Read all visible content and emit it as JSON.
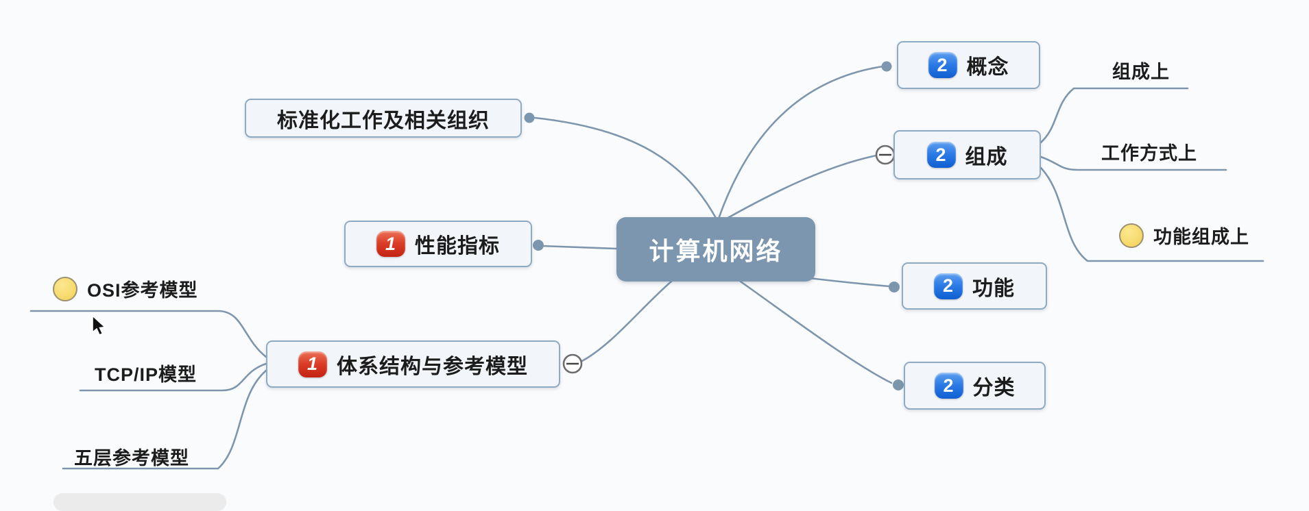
{
  "mindmap": {
    "root": {
      "label": "计算机网络"
    },
    "left": [
      {
        "label": "标准化工作及相关组织"
      },
      {
        "label": "性能指标",
        "badge": "1"
      },
      {
        "label": "体系结构与参考模型",
        "badge": "1",
        "children": [
          {
            "label": "OSI参考模型",
            "marker": "yellow-circle"
          },
          {
            "label": "TCP/IP模型"
          },
          {
            "label": "五层参考模型"
          }
        ]
      }
    ],
    "right": [
      {
        "label": "概念",
        "badge": "2"
      },
      {
        "label": "组成",
        "badge": "2",
        "children": [
          {
            "label": "组成上"
          },
          {
            "label": "工作方式上"
          },
          {
            "label": "功能组成上",
            "marker": "yellow-circle"
          }
        ]
      },
      {
        "label": "功能",
        "badge": "2"
      },
      {
        "label": "分类",
        "badge": "2"
      }
    ]
  },
  "icons": {
    "priority_1_badge": "red-rounded-square-1",
    "priority_2_badge": "blue-rounded-square-2",
    "topic_marker": "yellow-circle",
    "collapse_button": "minus-circle",
    "branch_end": "dot",
    "pointer": "mouse-cursor"
  },
  "colors": {
    "background": "#fafbfc",
    "root_fill": "#7b96ae",
    "box_fill": "#f2f5f9",
    "box_border": "#8ea9c2",
    "connector": "#7e96ad",
    "badge_blue": "#2b7ae6",
    "badge_red": "#da3d27",
    "marker_yellow": "#f7da6d",
    "text": "#1c1c1c"
  }
}
